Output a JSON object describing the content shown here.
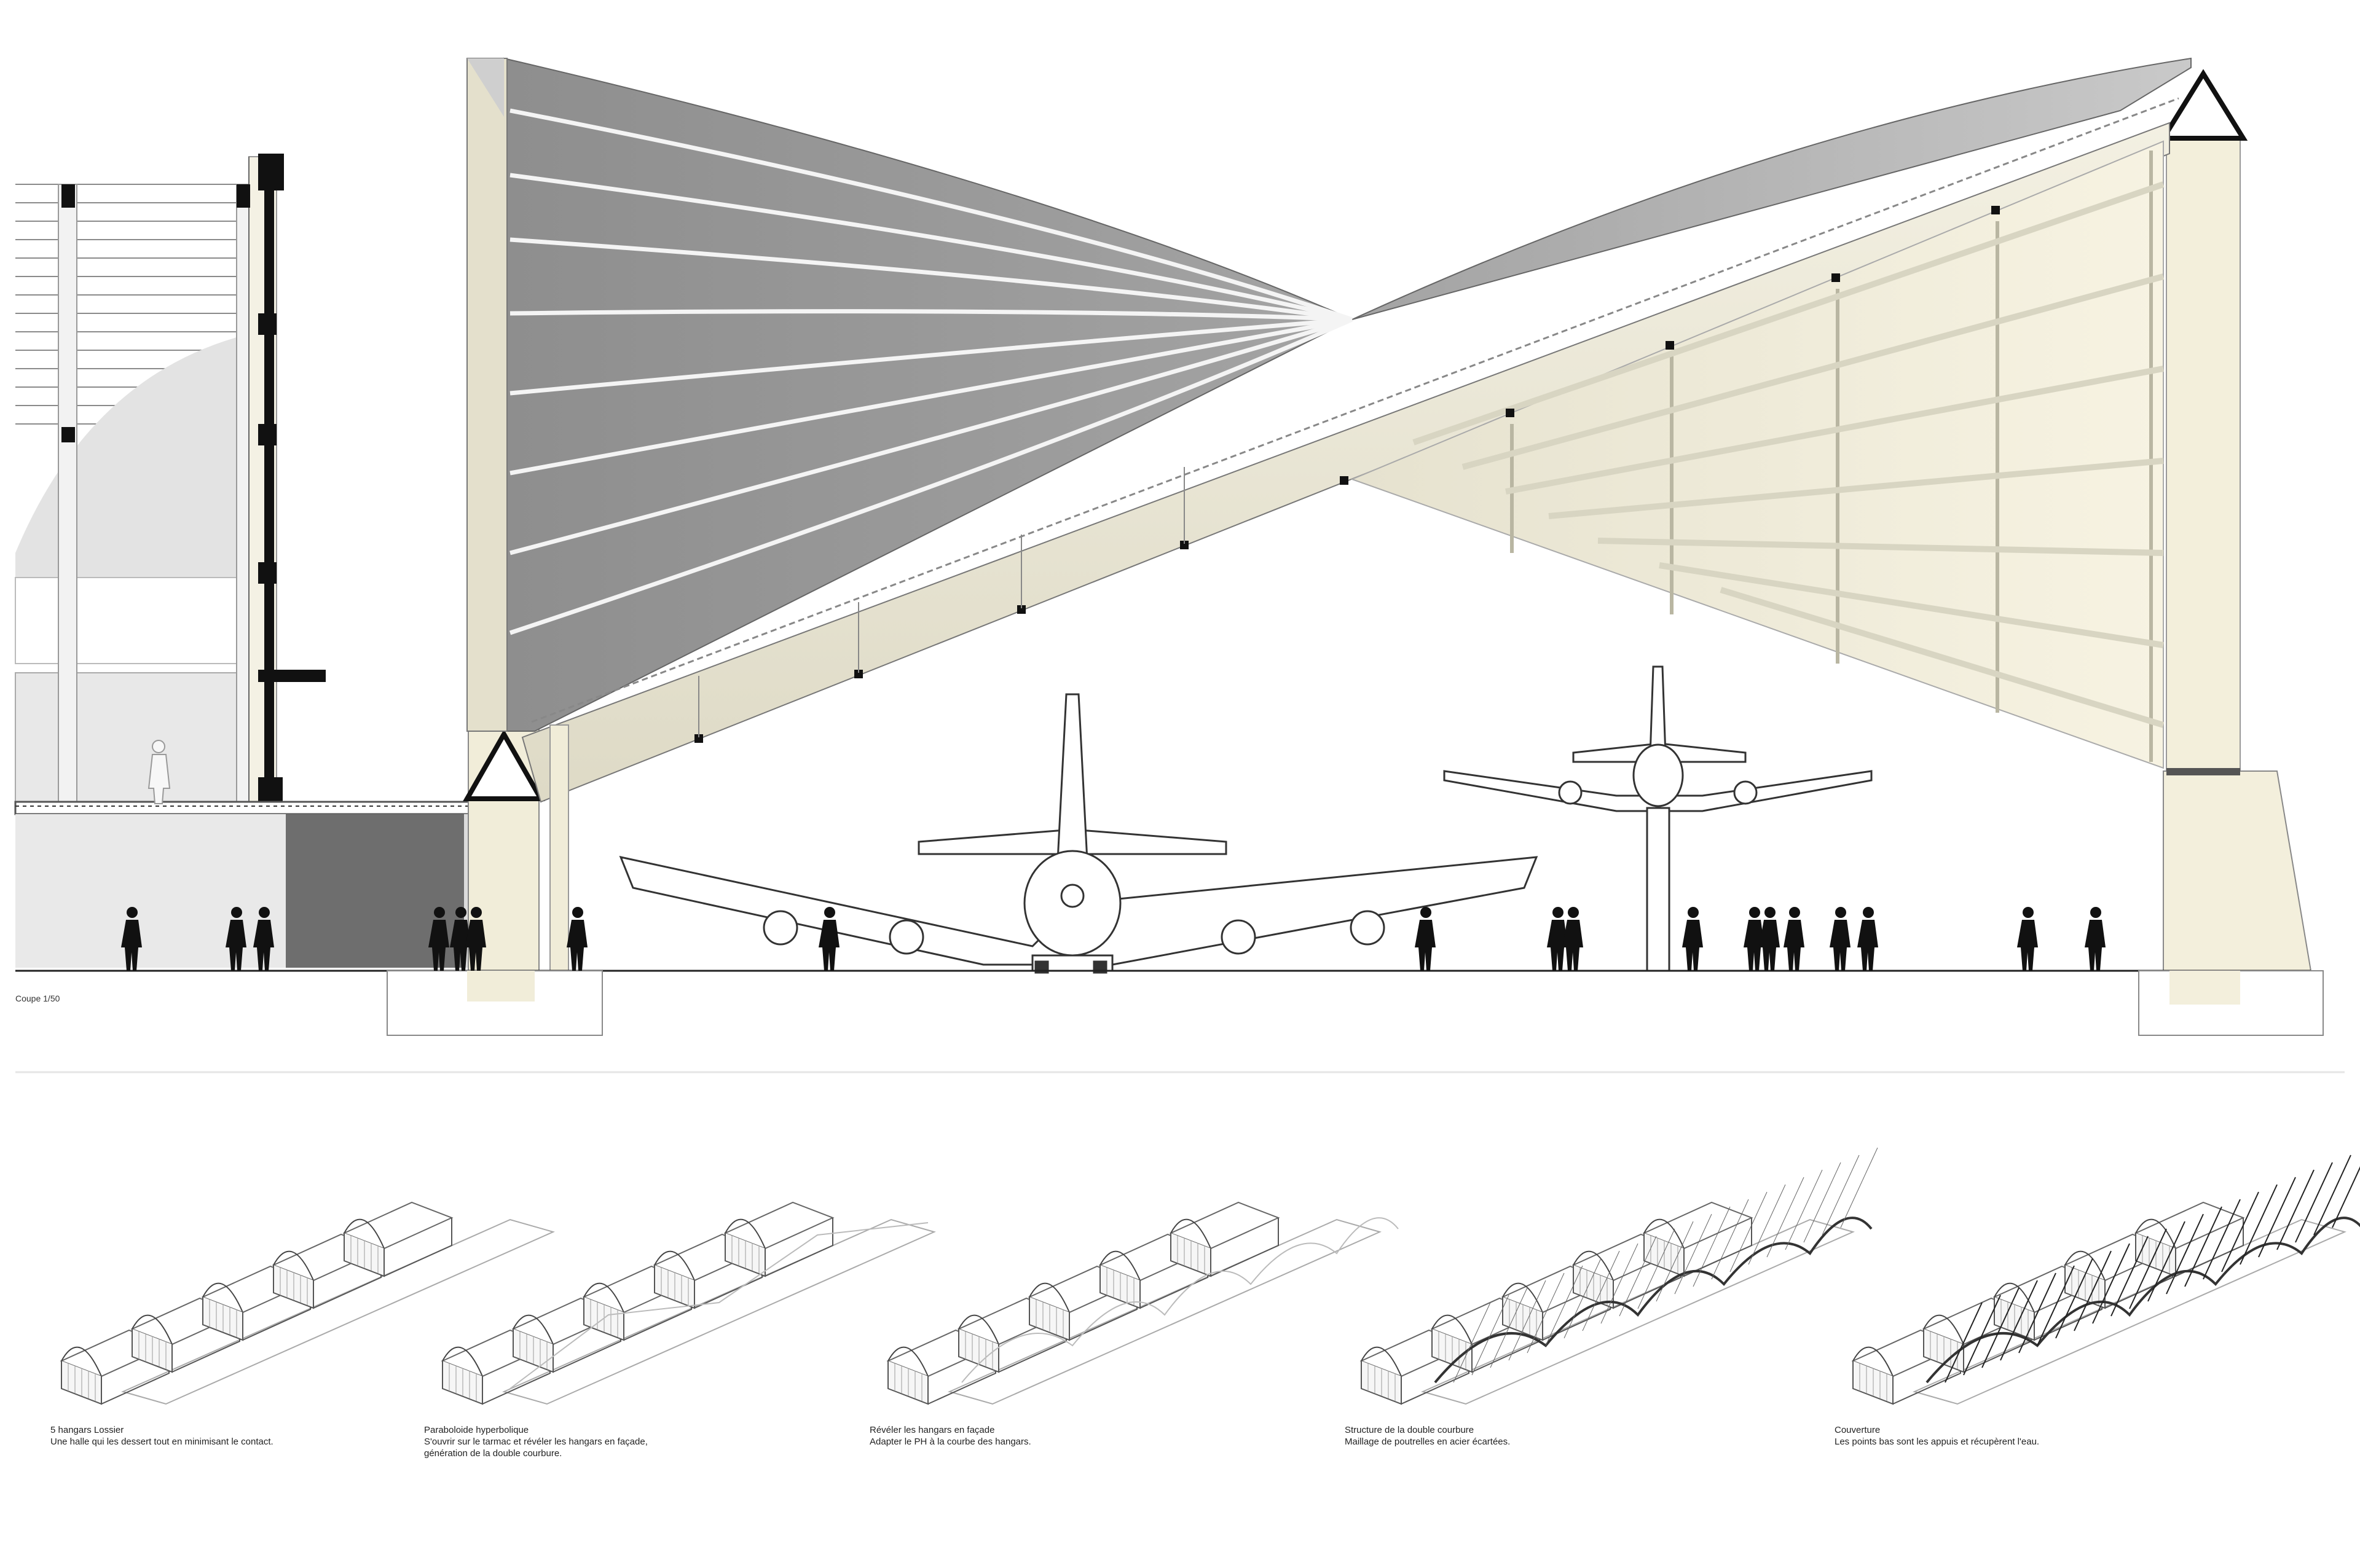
{
  "section": {
    "scale_label": "Coupe 1/50"
  },
  "steps": [
    {
      "title": "5 hangars Lossier",
      "lines": [
        "Une halle qui les dessert tout en minimisant le contact."
      ]
    },
    {
      "title": "Paraboloide hyperbolique",
      "lines": [
        "S'ouvrir sur le tarmac et révéler les hangars en façade,",
        "génération de la double courbure."
      ]
    },
    {
      "title": "Révéler les hangars en façade",
      "lines": [
        "Adapter le PH à la courbe des hangars."
      ]
    },
    {
      "title": "Structure de la double courbure",
      "lines": [
        "Maillage de poutrelles en acier écartées."
      ]
    },
    {
      "title": "Couverture",
      "lines": [
        "Les points bas sont les appuis et récupèrent l'eau."
      ]
    }
  ],
  "colors": {
    "roof_grey": "#9b9b9b",
    "glass_cream": "#f3efdc",
    "structure_black": "#111111",
    "line_grey": "#777777"
  },
  "icons": [
    "person-silhouette-icon",
    "airplane-front-icon",
    "hangar-axonometric-icon"
  ]
}
